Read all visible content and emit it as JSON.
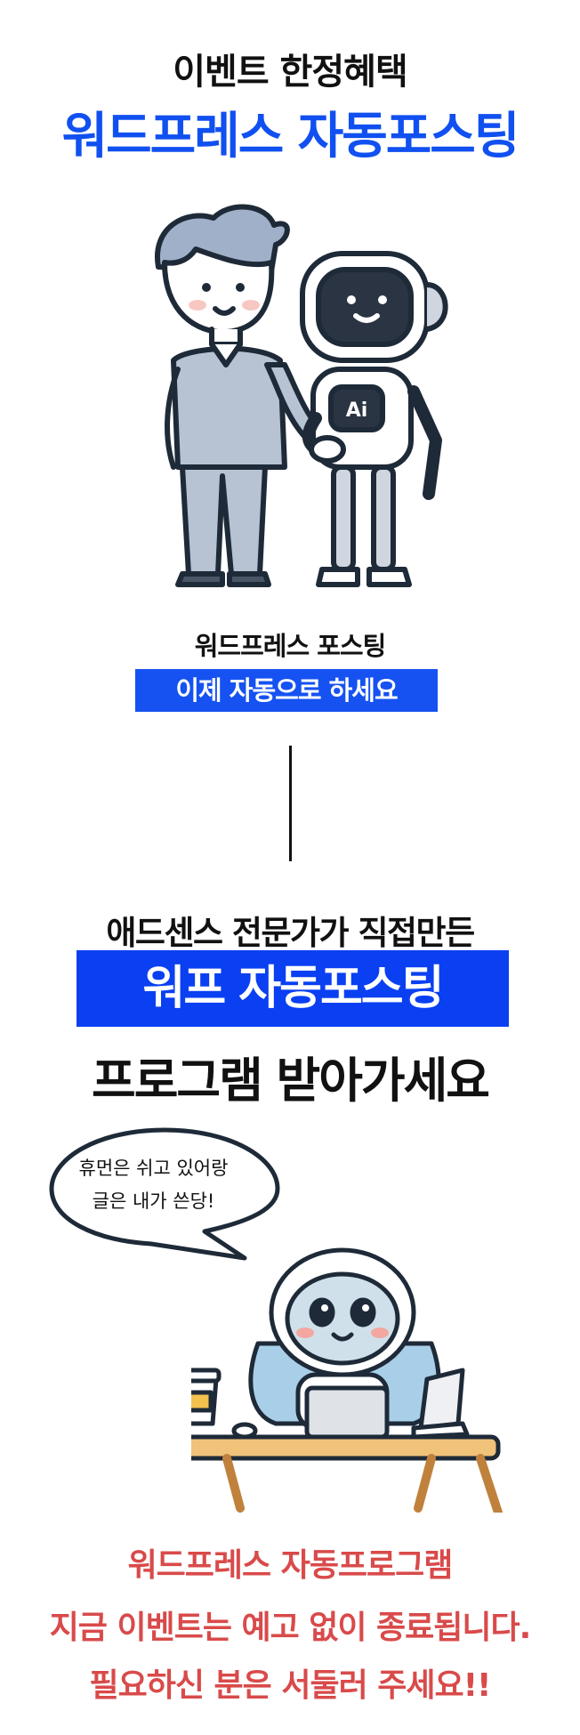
{
  "header": {
    "line1": "이벤트 한정혜택",
    "line2": "워드프레스 자동포스팅"
  },
  "handshake": {
    "robot_chest_label": "Ai",
    "caption_line1": "워드프레스 포스팅",
    "caption_line2": "이제 자동으로 하세요"
  },
  "promo": {
    "line1": "애드센스 전문가가 직접만든",
    "line2": "워프 자동포스팅",
    "line3": "프로그램 받아가세요"
  },
  "speech_bubble": {
    "line1": "휴먼은 쉬고 있어랑",
    "line2": "글은 내가 쓴당!"
  },
  "notice": {
    "line1": "워드프레스 자동프로그램",
    "line2": "지금 이벤트는  예고 없이 종료됩니다.",
    "line3": "필요하신 분은 서둘러 주세요!!"
  },
  "colors": {
    "brand_blue": "#1150f0",
    "band_blue": "#0a40f2",
    "notice_red": "#d94a4a"
  }
}
